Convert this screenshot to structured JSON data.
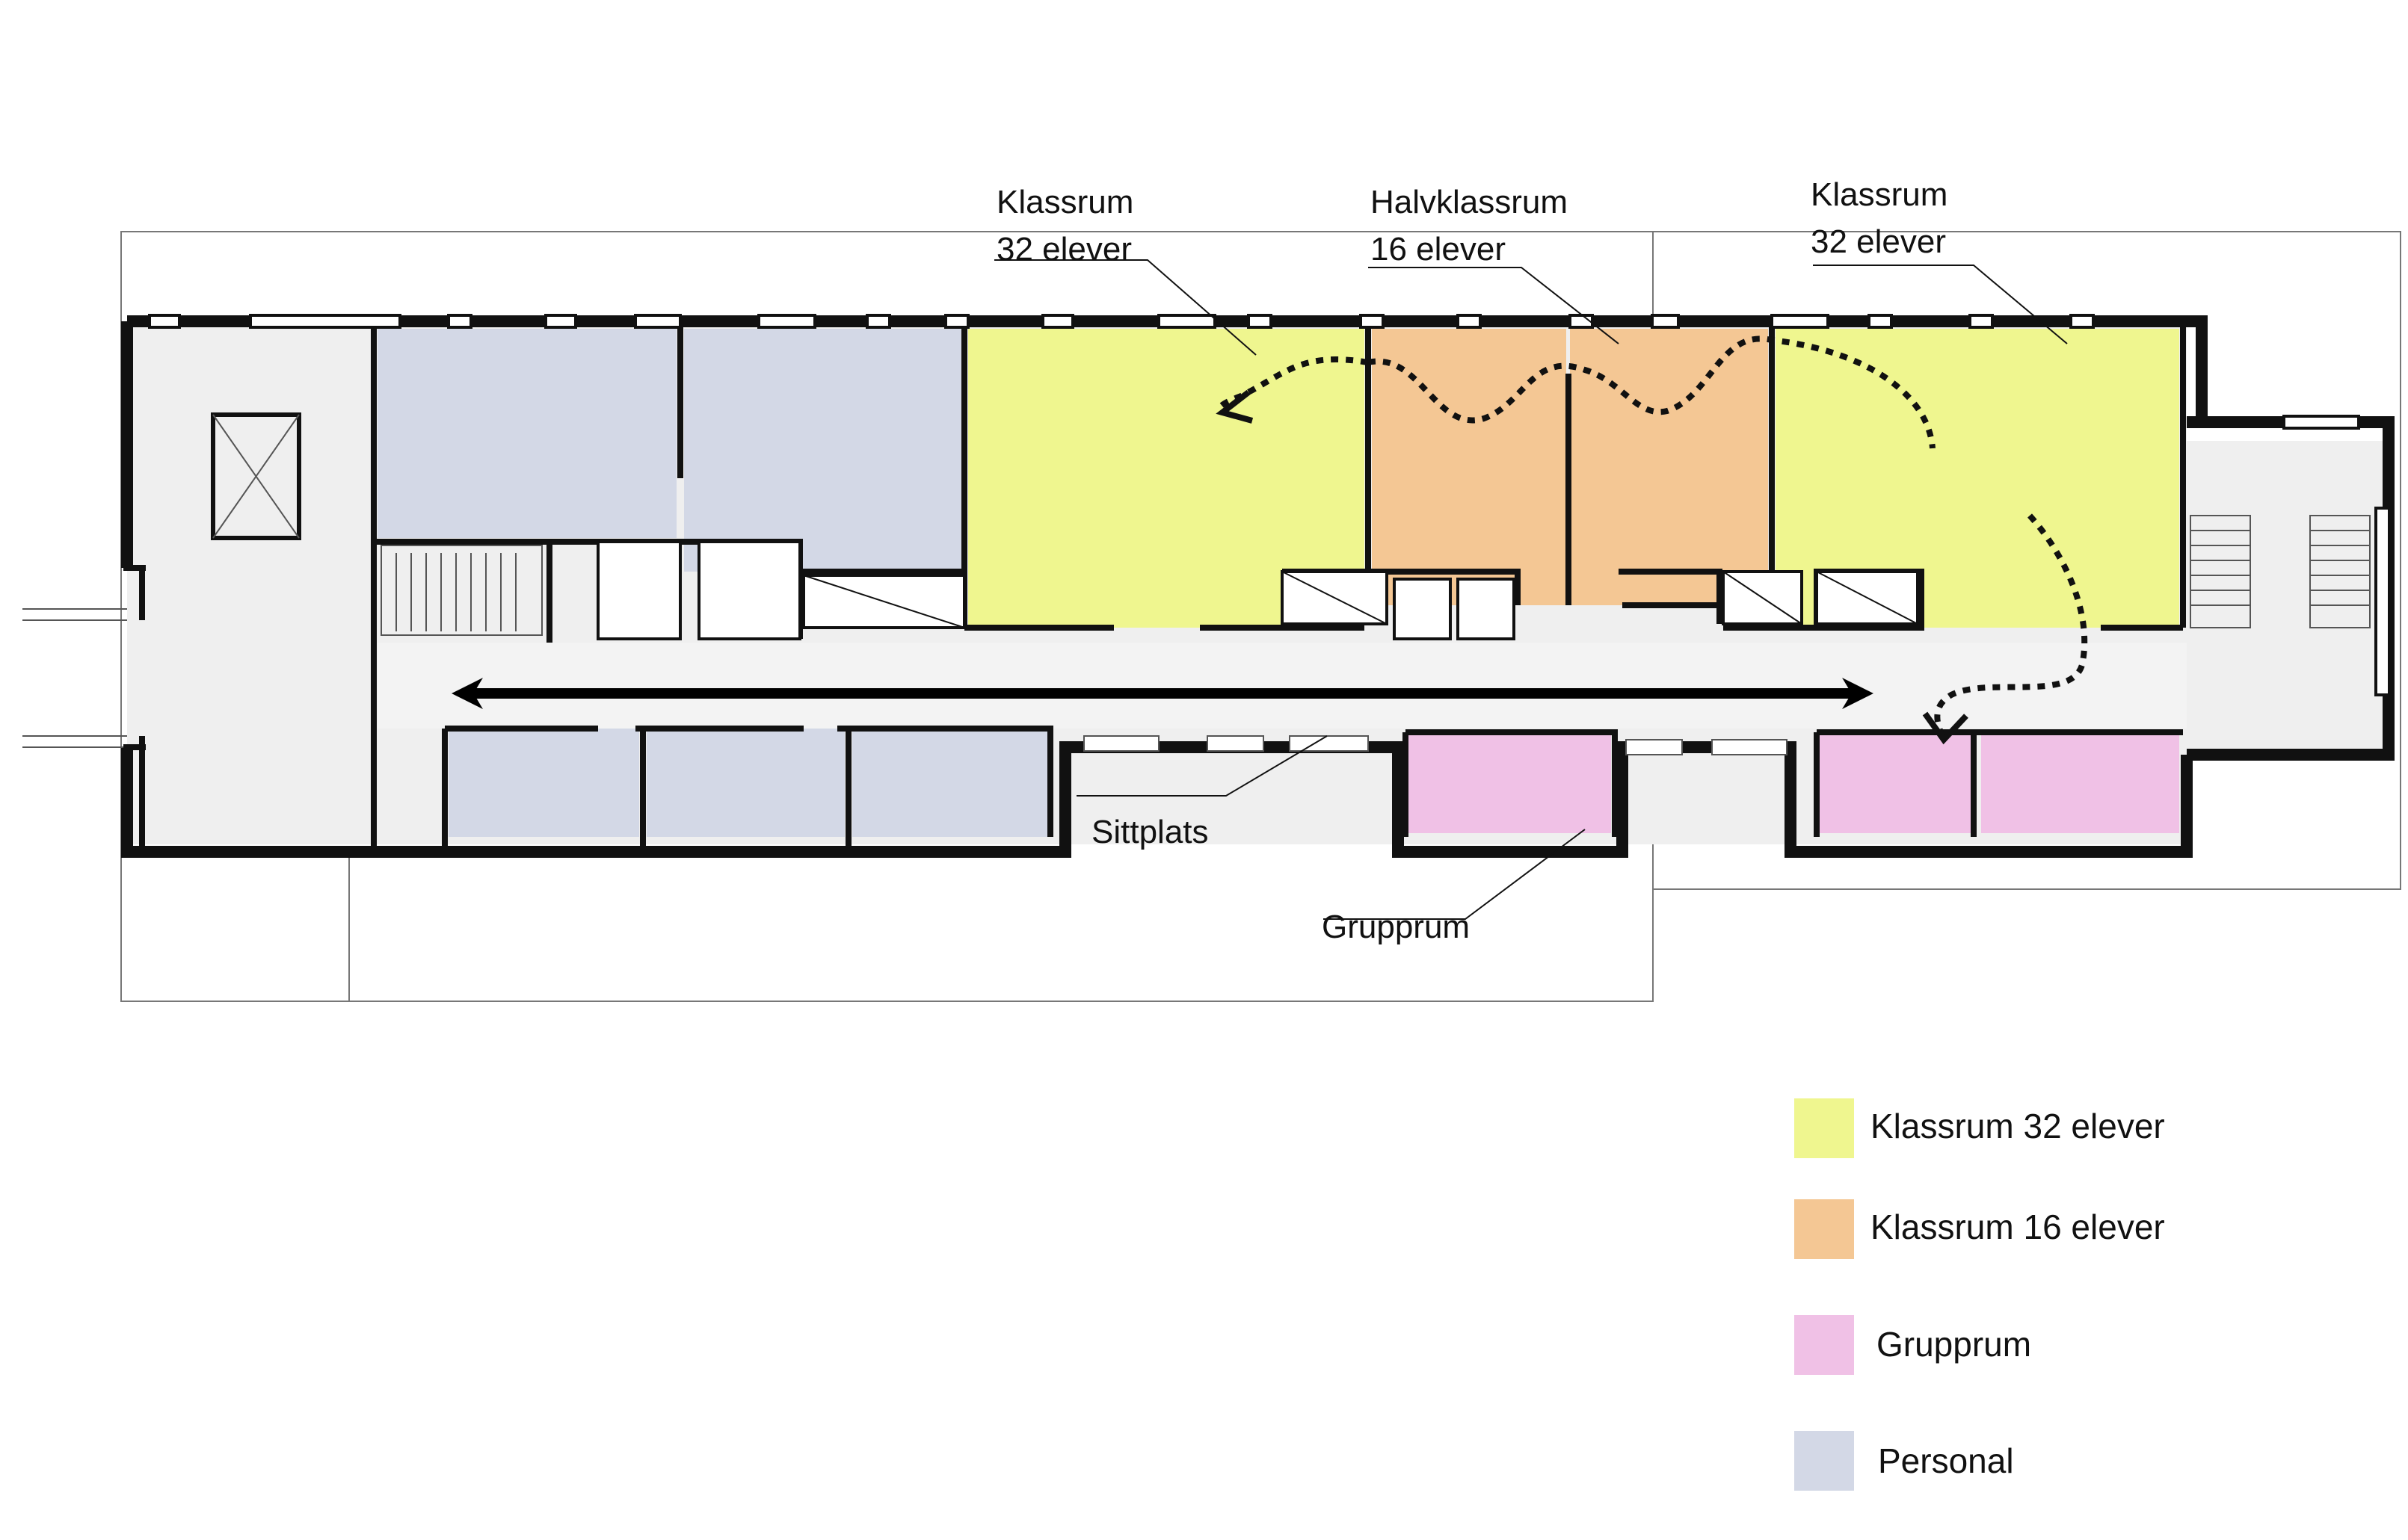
{
  "colors": {
    "classroom_32": "#eff68f",
    "classroom_16": "#f4c794",
    "group_room": "#f0c1e6",
    "staff": "#d3d8e6",
    "corridor": "#f0f0f0",
    "wall": "#111111"
  },
  "labels": {
    "classroom_left_line1": "Klassrum",
    "classroom_left_line2": "32 elever",
    "half_classroom_line1": "Halvklassrum",
    "half_classroom_line2": "16 elever",
    "classroom_right_line1": "Klassrum",
    "classroom_right_line2": "32 elever",
    "seating": "Sittplats",
    "group_room": "Grupprum"
  },
  "legend": [
    {
      "label": "Klassrum 32 elever",
      "color": "#eff68f"
    },
    {
      "label": "Klassrum 16 elever",
      "color": "#f4c794"
    },
    {
      "label": "Grupprum",
      "color": "#f0c1e6"
    },
    {
      "label": "Personal",
      "color": "#d3d8e6"
    }
  ]
}
